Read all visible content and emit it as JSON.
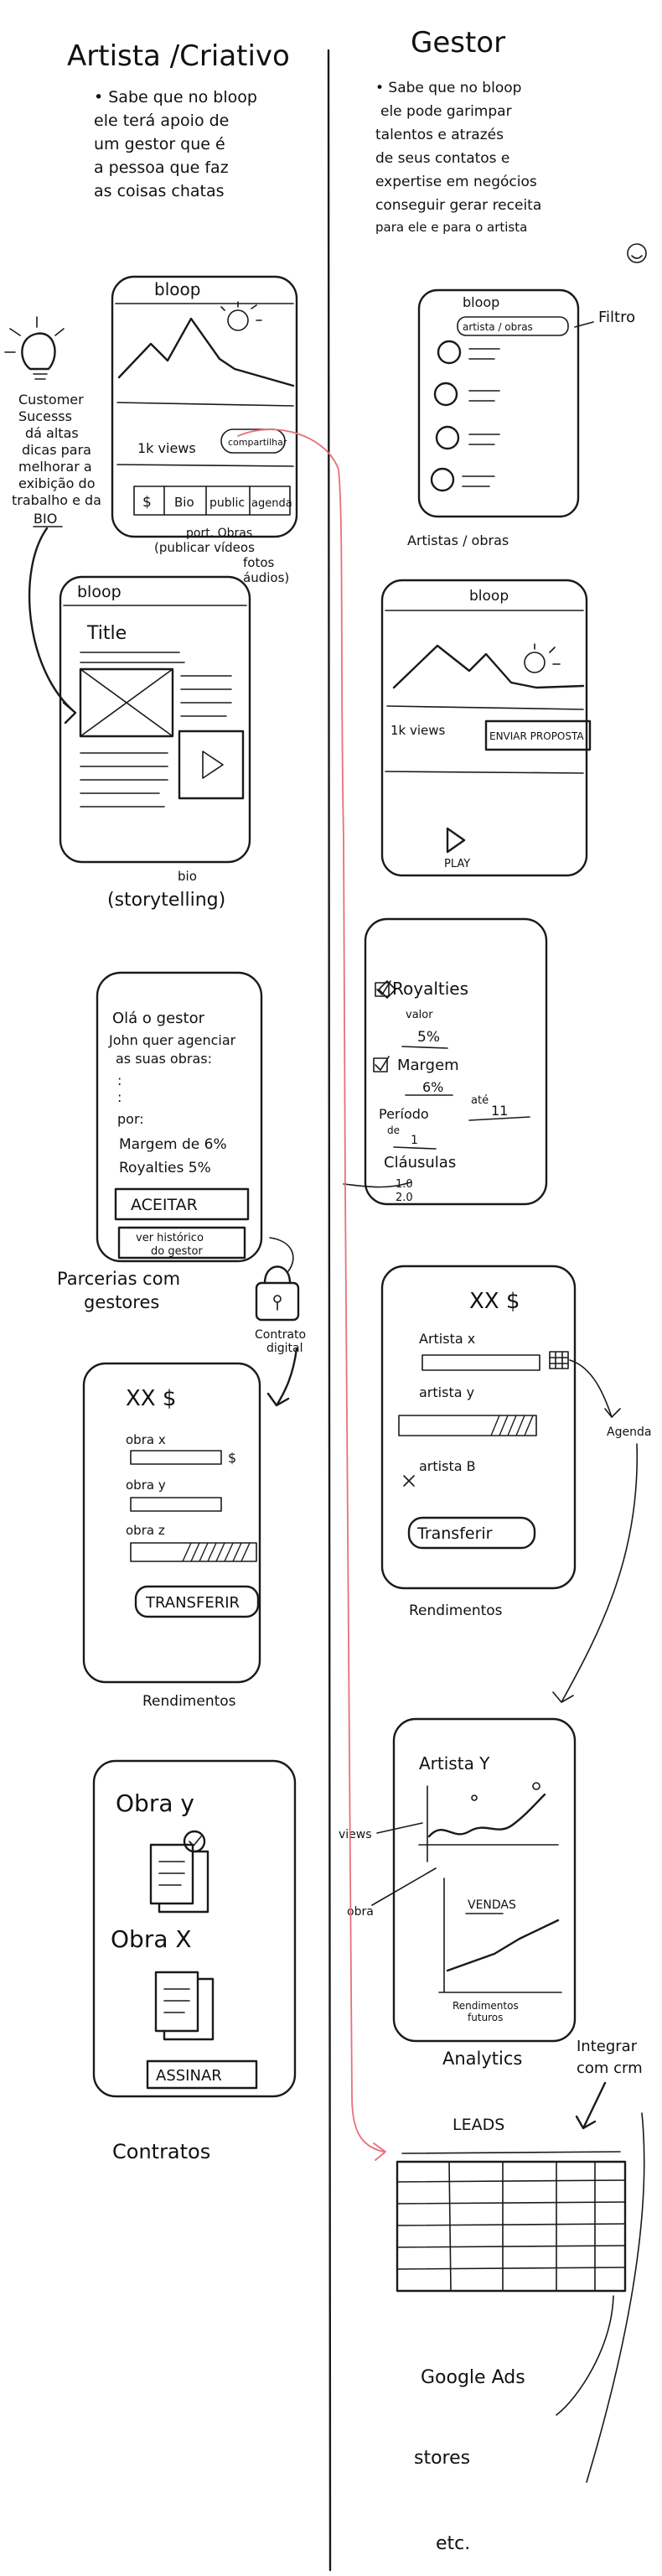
{
  "columns": {
    "left_title": "Artista /Criativo",
    "right_title": "Gestor"
  },
  "left_intro": [
    "• Sabe que no bloop",
    "ele terá apoio de",
    "um gestor que é",
    "a pessoa que faz",
    "as coisas chatas"
  ],
  "right_intro": [
    "• Sabe que no bloop",
    "ele pode garimpar",
    "talentos e atrazés",
    "de seus contatos e",
    "expertise em negócios",
    "conseguir gerar receita",
    "para ele e para o artista"
  ],
  "customer_success": [
    "Customer",
    "Sucesss",
    "dá altas",
    "dicas para",
    "melhorar a",
    "exibição do",
    "trabalho e da",
    "BIO"
  ],
  "profile": {
    "app": "bloop",
    "stat": "1k views",
    "button": "compartilhar",
    "tabs": [
      "$",
      "Bio",
      "public",
      "agenda"
    ],
    "annotation": [
      "port. Obras",
      "(publicar vídeos",
      "fotos",
      "áudios)"
    ]
  },
  "bio": {
    "app": "bloop",
    "title": "Title",
    "caption": [
      "bio",
      "(storytelling)"
    ]
  },
  "proposal": {
    "lines": [
      "Olá o gestor",
      "John quer agenciar",
      "as suas obras:",
      ":",
      ":",
      "por:",
      "Margem de 6%",
      "Royalties 5%"
    ],
    "accept": "ACEITAR",
    "history": [
      "ver histórico",
      "do gestor"
    ],
    "caption": [
      "Parcerias com",
      "gestores"
    ],
    "lock_label": [
      "Contrato",
      "digital"
    ]
  },
  "rend_left": {
    "amount": "XX $",
    "items": [
      "obra x",
      "obra y",
      "obra z"
    ],
    "button": "TRANSFERIR",
    "caption": "Rendimentos"
  },
  "contracts": {
    "items": [
      "Obra y",
      "Obra X"
    ],
    "button": "ASSINAR",
    "caption": "Contratos"
  },
  "artists_list": {
    "app": "bloop",
    "filter_chip": "artista / obras",
    "filter_label": "Filtro",
    "caption": "Artistas / obras"
  },
  "work_view": {
    "app": "bloop",
    "stat": "1k views",
    "button": "ENVIAR PROPOSTA",
    "play": "PLAY"
  },
  "offer": {
    "items": [
      "Royalties",
      "valor",
      "5%",
      "Margem",
      "6%",
      "Período",
      "de",
      "1",
      "até",
      "11",
      "Cláusulas",
      "1.0",
      "2.0"
    ]
  },
  "rend_right": {
    "amount": "XX $",
    "items": [
      "Artista x",
      "artista y",
      "artista B"
    ],
    "button": "Transferir",
    "caption": "Rendimentos",
    "side_label": "Agenda"
  },
  "analytics": {
    "title": "Artista Y",
    "mid": "VENDAS",
    "bottom": [
      "Rendimentos",
      "futuros"
    ],
    "caption": "Analytics",
    "side_left": [
      "views",
      "obra"
    ]
  },
  "leads": {
    "title": "LEADS",
    "integrate": [
      "Integrar",
      "com crm"
    ],
    "list": [
      "Google Ads",
      "stores",
      "etc."
    ]
  }
}
